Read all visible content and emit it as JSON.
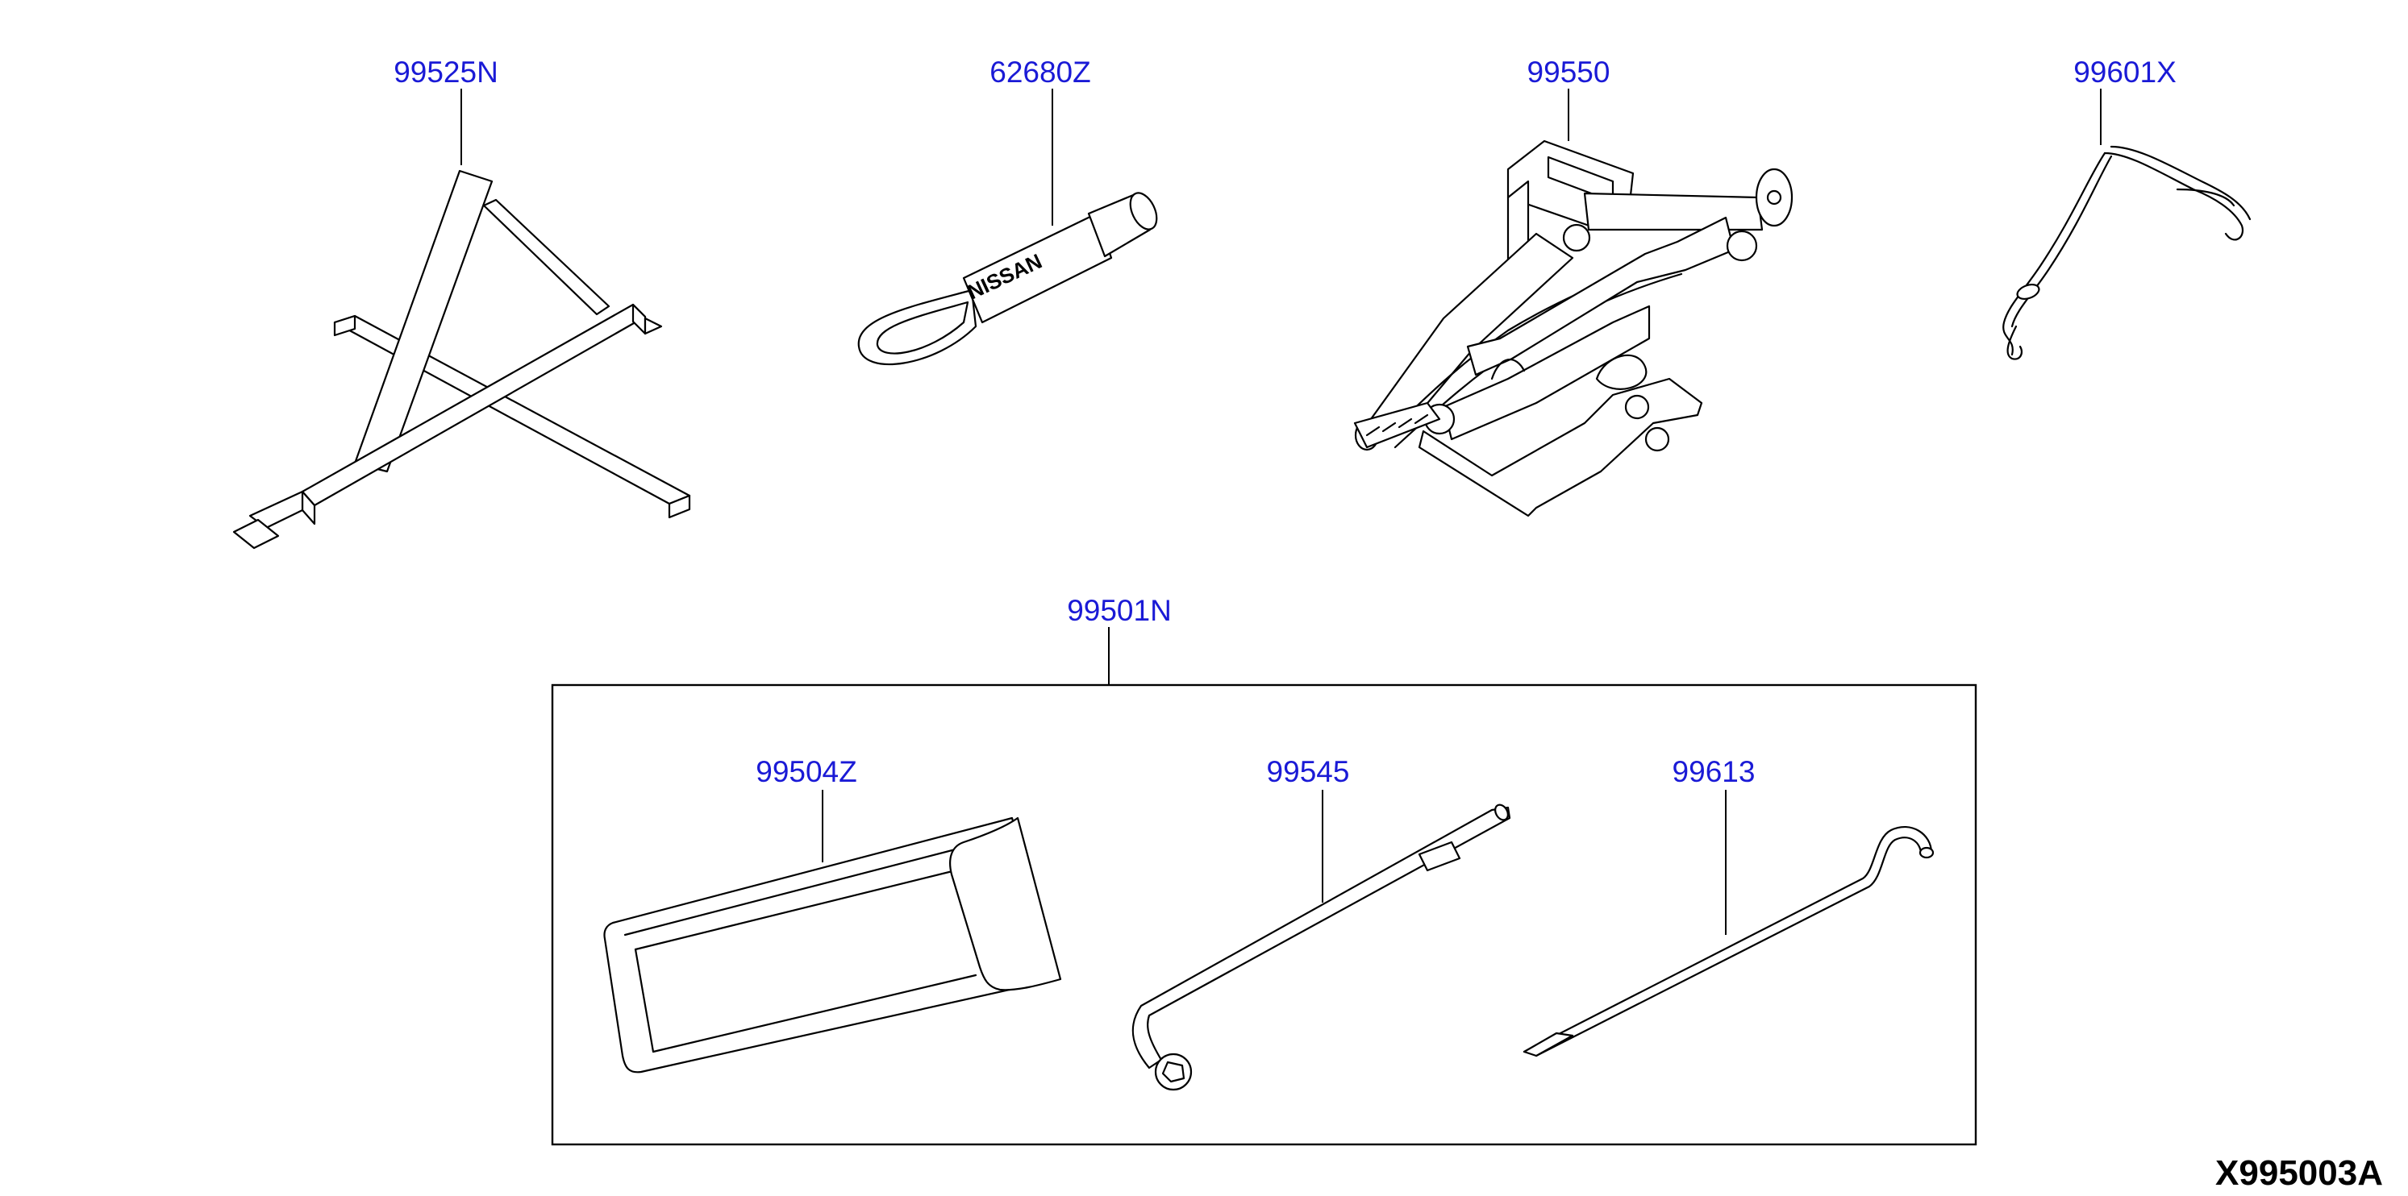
{
  "diagram": {
    "code": "X995003A",
    "parts": {
      "stand": "99525N",
      "tow_hook": "62680Z",
      "jack": "99550",
      "strap": "99601X",
      "kit": "99501N",
      "tool_bag": "99504Z",
      "wrench": "99545",
      "jack_handle": "99613"
    },
    "embossed_text": "NISSAN"
  }
}
